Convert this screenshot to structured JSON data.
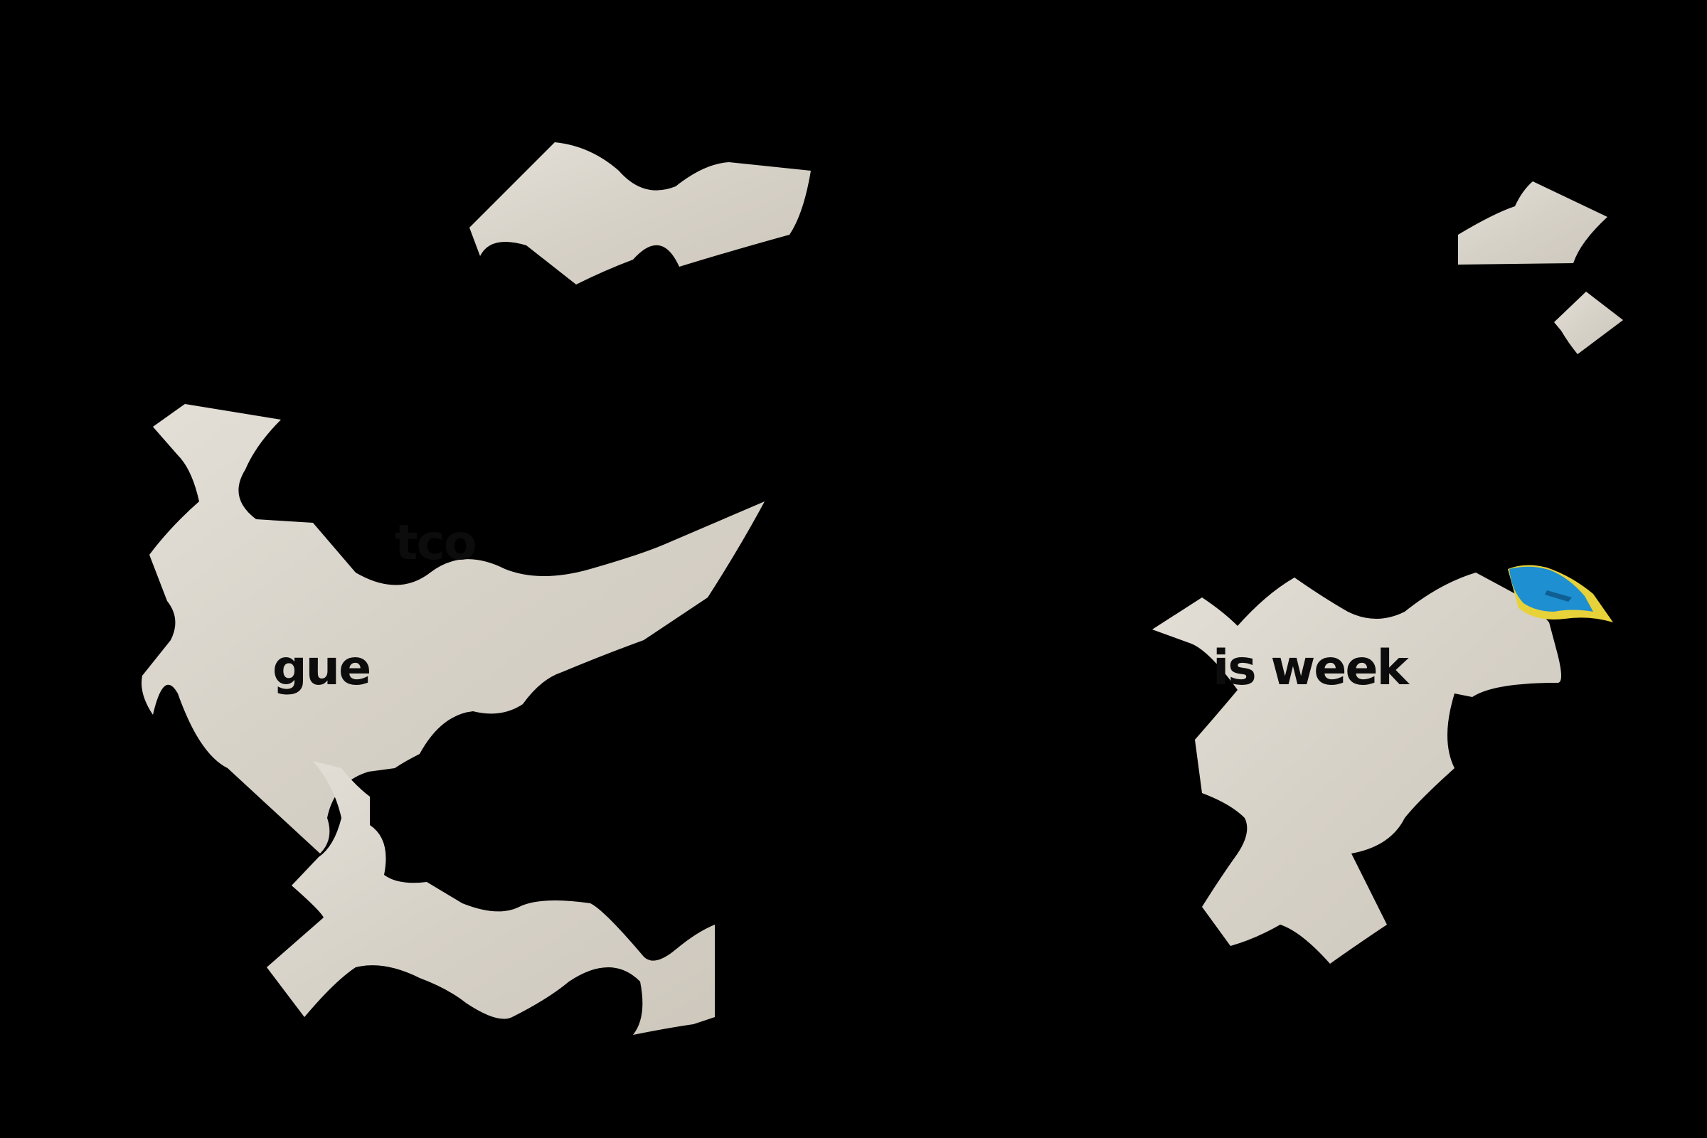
{
  "background_color": "#000000",
  "paper_color": "#d9d4cb",
  "ink_color": "#0c0c0c",
  "sticker_colors": [
    "#1e8fd0",
    "#e8d23a"
  ],
  "text_fragments": [
    {
      "text": "tco"
    },
    {
      "text": "gue"
    },
    {
      "text": "is week"
    }
  ]
}
